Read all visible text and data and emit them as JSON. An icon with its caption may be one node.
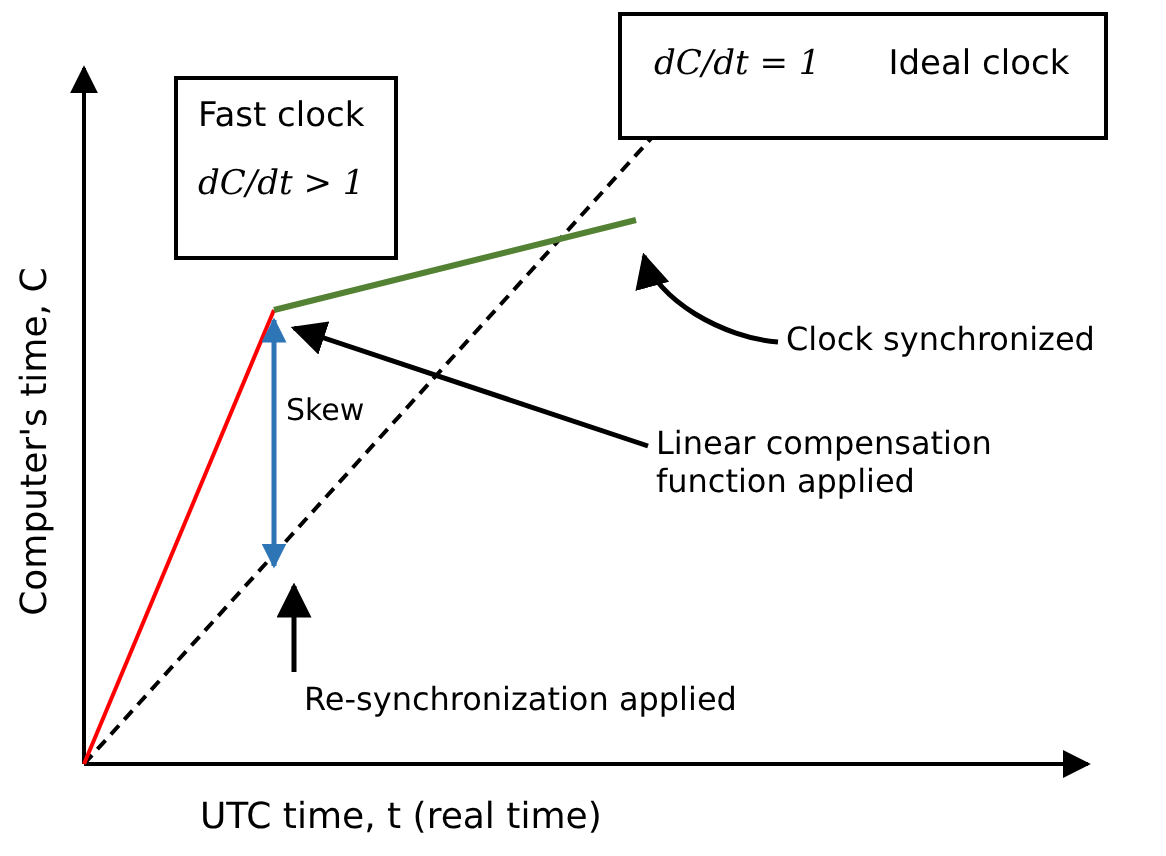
{
  "diagram": {
    "nodes": [
      {
        "text": [
          "Fast clock",
          "dC/dt > 1"
        ]
      },
      {
        "text": [
          "dC/dt = 1",
          "Ideal clock"
        ]
      },
      {
        "text": [
          "Clock synchronized"
        ]
      },
      {
        "text": [
          "Linear compensation function applied"
        ]
      },
      {
        "text": [
          "Re-synchronization applied"
        ]
      }
    ],
    "edges": [
      {
        "from": 2,
        "to": null,
        "arrow": "to"
      },
      {
        "from": 3,
        "to": null,
        "arrow": "to"
      },
      {
        "from": 4,
        "to": null,
        "arrow": "to"
      }
    ],
    "labels": [
      "Computer's time, C",
      "Skew",
      "UTC time, t (real time)"
    ]
  }
}
